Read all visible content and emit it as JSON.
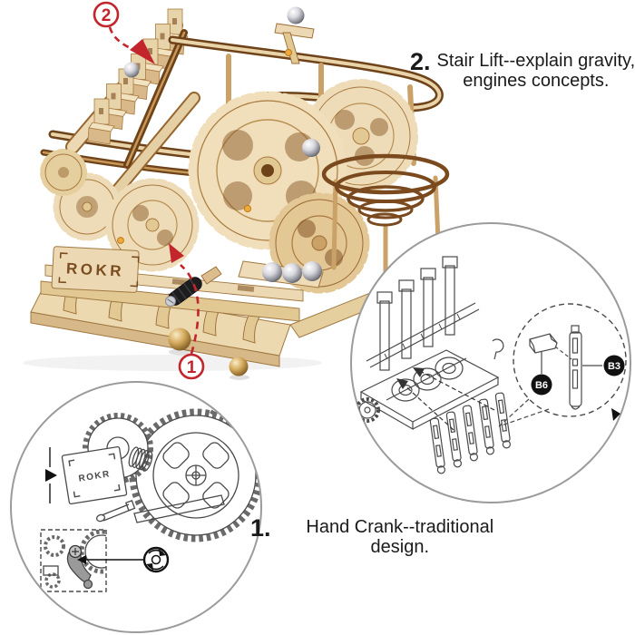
{
  "captions": {
    "stair_lift": {
      "number": "2.",
      "line1": "Stair Lift--explain gravity,",
      "line2": "engines concepts."
    },
    "hand_crank": {
      "number": "1.",
      "line1": "Hand Crank--traditional design."
    }
  },
  "callouts": {
    "stair_lift_number": "2",
    "hand_crank_number": "1"
  },
  "part_labels": {
    "b6": "B6",
    "b3": "B3"
  },
  "brand": {
    "logo_main": "ROKR",
    "logo_inset": "ROKR"
  },
  "colors": {
    "accent_red": "#c2252b",
    "wood_light": "#eedcb8",
    "wood_mid": "#d9bc8c",
    "wood_dark": "#8a5a28",
    "rail_brown": "#6f431a",
    "line_art": "#4a4a4a",
    "inset_border": "#9b9b9b",
    "badge_black": "#111111",
    "marble_silver": "#c9c9d0",
    "marble_brass": "#c9a35c",
    "pin_yellow": "#f0a93a",
    "text_black": "#111111",
    "background": "#ffffff"
  }
}
